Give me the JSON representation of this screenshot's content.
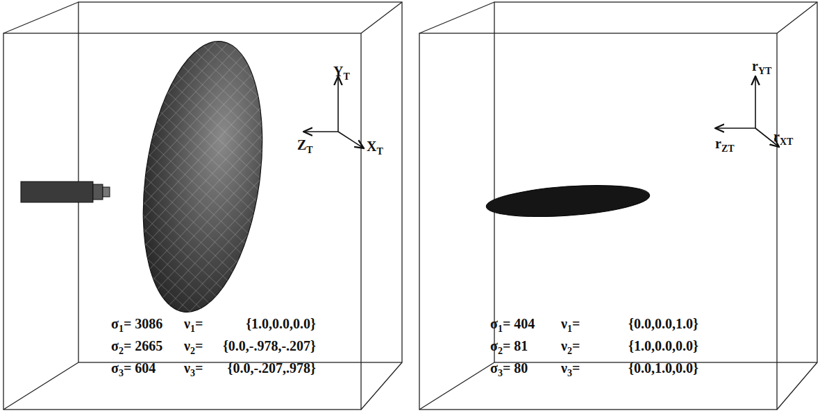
{
  "diagram": {
    "labels": [
      "YT",
      "ZT",
      "XT",
      "σ1= 3086",
      "ν1=",
      "{1.0,0.0,0.0}",
      "σ2= 2665",
      "ν2=",
      "{0.0,-.978,-.207}",
      "σ3= 604",
      "ν3=",
      "{0.0,-.207,.978}",
      "rYT",
      "rZT",
      "rXT",
      "σ1= 404",
      "ν1=",
      "{0.0,0.0,1.0}",
      "σ2= 81",
      "ν2=",
      "{1.0,0.0,0.0}",
      "σ3= 80",
      "ν3=",
      "{0.0,1.0,0.0}"
    ]
  }
}
